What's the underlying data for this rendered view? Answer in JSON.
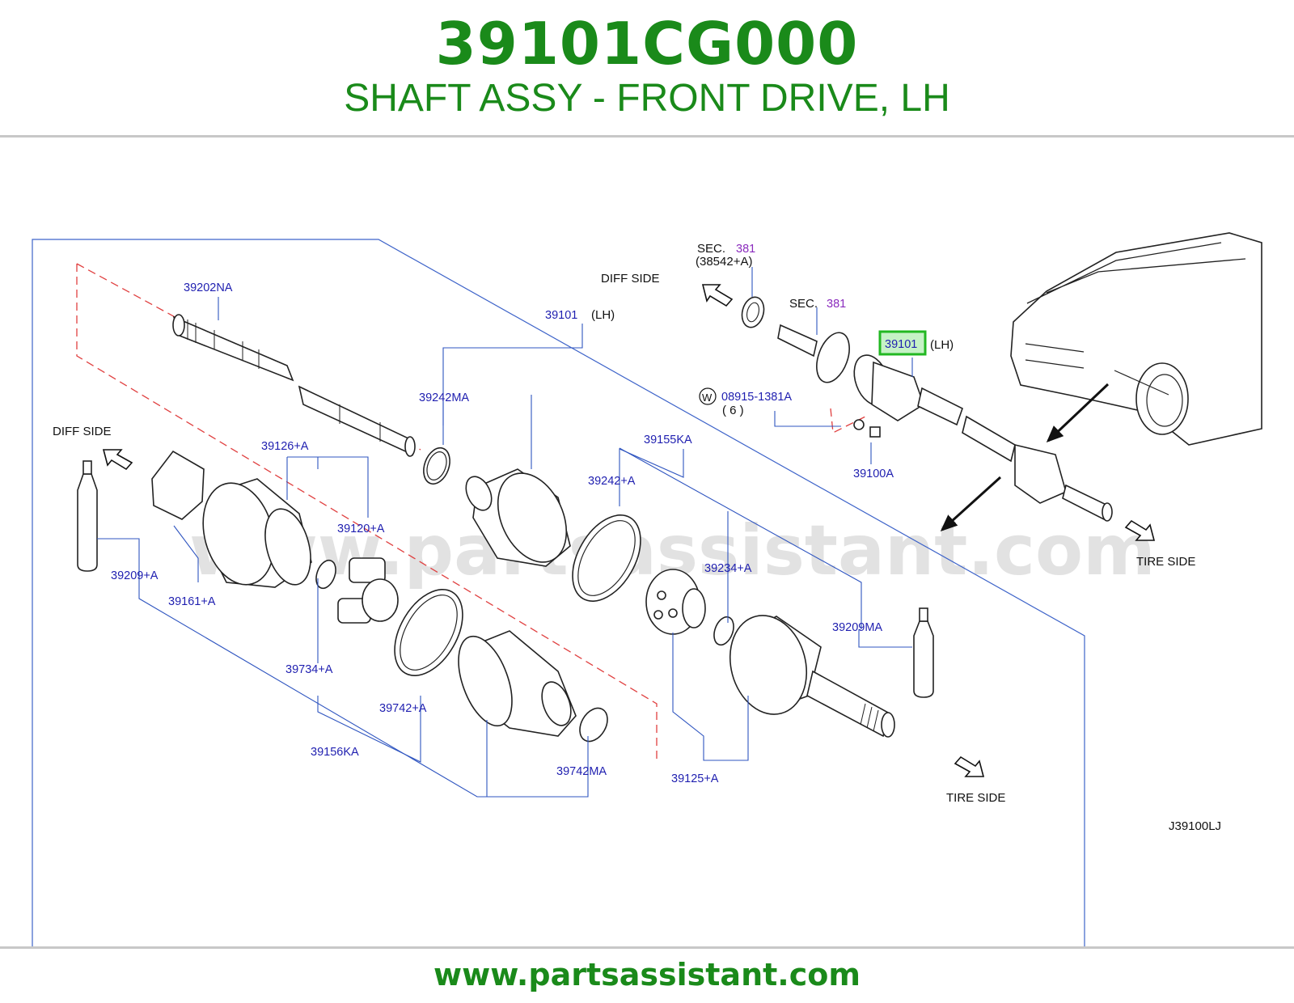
{
  "header": {
    "part_number": "39101CG000",
    "description": "SHAFT ASSY - FRONT DRIVE, LH",
    "color": "#1a8a1a"
  },
  "footer": {
    "url": "www.partsassistant.com"
  },
  "watermark": "www.partsassistant.com",
  "diagram": {
    "code": "J39100LJ",
    "directions": {
      "diff_side": "DIFF   SIDE",
      "tire_side": "TIRE   SIDE"
    },
    "sec_label": "SEC.",
    "sec_number": "381",
    "sec_ref": "(38542+A)",
    "lh": "(LH)",
    "washer_symbol": "W",
    "washer_qty": "( 6 )",
    "highlight_color": "#22b822",
    "labels": {
      "p39202NA": "39202NA",
      "p39101": "39101",
      "p39242MA": "39242MA",
      "p39126A": "39126+A",
      "p39155KA": "39155KA",
      "p39242A": "39242+A",
      "p39120A": "39120+A",
      "p39209A": "39209+A",
      "p39161A": "39161+A",
      "p39734A": "39734+A",
      "p39234A": "39234+A",
      "p39209MA": "39209MA",
      "p39742A": "39742+A",
      "p39156KA": "39156KA",
      "p39742MA": "39742MA",
      "p39125A": "39125+A",
      "p08915": "08915-1381A",
      "p39100A": "39100A"
    }
  }
}
